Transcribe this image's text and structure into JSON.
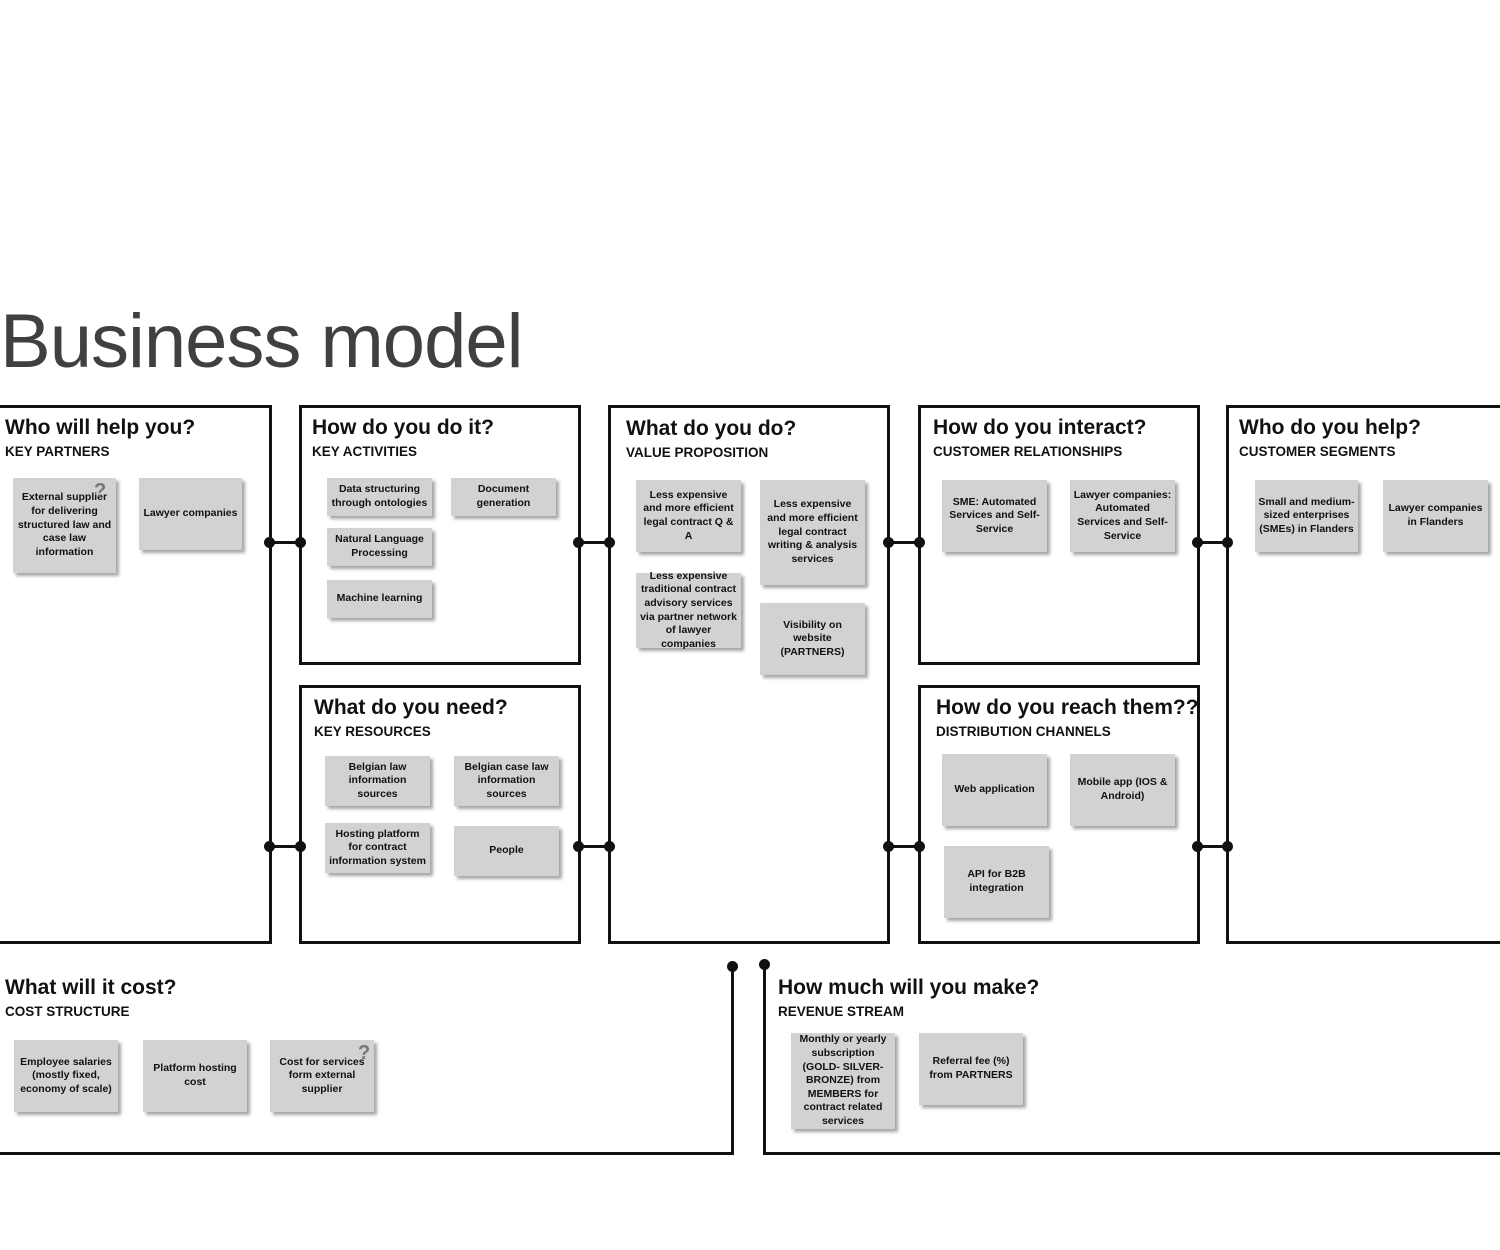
{
  "title": "Business model",
  "sections": {
    "key_partners": {
      "question": "Who will help you?",
      "label": "KEY PARTNERS",
      "notes": [
        "External supplier for delivering structured law and case law information",
        "Lawyer companies"
      ],
      "mark": "?"
    },
    "key_activities": {
      "question": "How do you do it?",
      "label": "KEY ACTIVITIES",
      "notes": [
        "Data structuring through ontologies",
        "Document generation",
        "Natural Language Processing",
        "Machine learning"
      ]
    },
    "key_resources": {
      "question": "What do you need?",
      "label": "KEY RESOURCES",
      "notes": [
        "Belgian law information sources",
        "Belgian case law information sources",
        "Hosting platform for contract information system",
        "People"
      ]
    },
    "value_proposition": {
      "question": "What do you do?",
      "label": "VALUE PROPOSITION",
      "notes": [
        "Less expensive and more efficient legal contract Q & A",
        "Less expensive and more efficient legal contract writing & analysis services",
        "Less expensive traditional contract advisory services via partner network of lawyer companies",
        "Visibility on website (PARTNERS)"
      ]
    },
    "customer_relationships": {
      "question": "How do you interact?",
      "label": "CUSTOMER RELATIONSHIPS",
      "notes": [
        "SME: Automated Services and Self-Service",
        "Lawyer companies: Automated Services and Self-Service"
      ]
    },
    "distribution_channels": {
      "question": "How do you reach them??",
      "label": "DISTRIBUTION CHANNELS",
      "notes": [
        "Web application",
        "Mobile app (IOS & Android)",
        "API for B2B integration"
      ]
    },
    "customer_segments": {
      "question": "Who do you help?",
      "label": "CUSTOMER SEGMENTS",
      "notes": [
        "Small and medium-sized enterprises (SMEs) in Flanders",
        "Lawyer companies in Flanders"
      ]
    },
    "cost_structure": {
      "question": "What will it cost?",
      "label": "COST STRUCTURE",
      "notes": [
        "Employee salaries (mostly fixed, economy of scale)",
        "Platform hosting cost",
        "Cost for services form external supplier"
      ],
      "mark": "?"
    },
    "revenue_stream": {
      "question": "How much will you make?",
      "label": "REVENUE STREAM",
      "notes": [
        "Monthly or yearly subscription (GOLD- SILVER- BRONZE) from MEMBERS for contract related services",
        "Referral fee (%) from PARTNERS"
      ]
    }
  }
}
